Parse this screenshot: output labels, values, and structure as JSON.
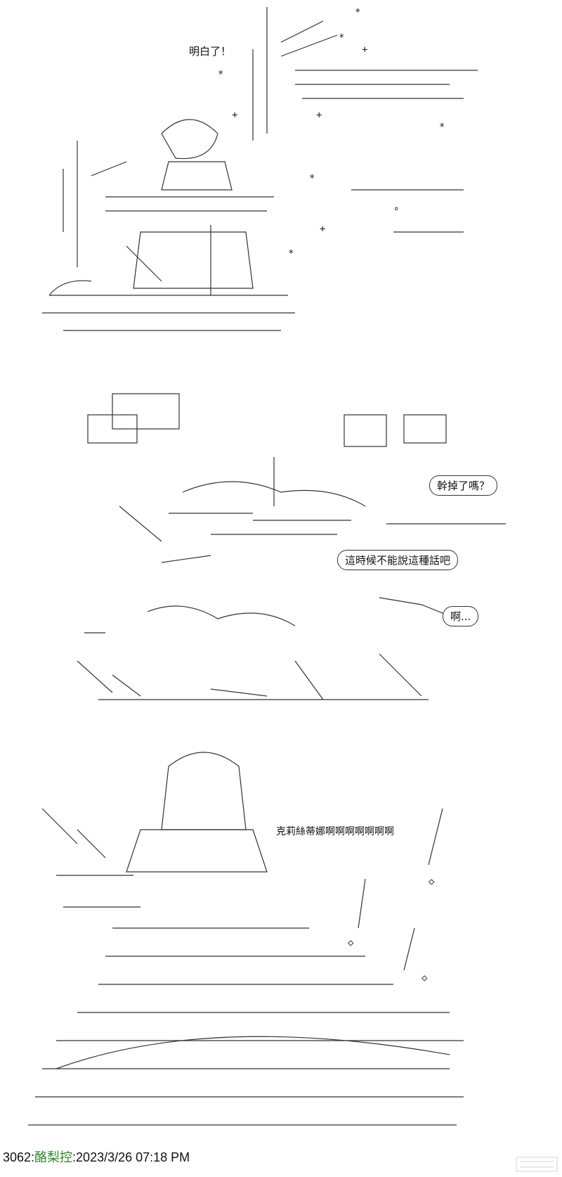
{
  "panel1": {
    "speech": "明白了！"
  },
  "panel2": {
    "bubble_1": "幹掉了嗎？",
    "bubble_2": "這時候不能說這種話吧",
    "bubble_3": "啊..."
  },
  "panel3": {
    "shout": "克莉絲蒂娜啊啊啊啊啊啊啊"
  },
  "footer": {
    "post_number": "3062:",
    "author": "酪梨控",
    "timestamp": ":2023/3/26 07:18 PM"
  },
  "colors": {
    "author": "#2e8b2e",
    "text": "#111111",
    "background": "#ffffff"
  },
  "icons": [
    "watermark-logo-icon"
  ]
}
